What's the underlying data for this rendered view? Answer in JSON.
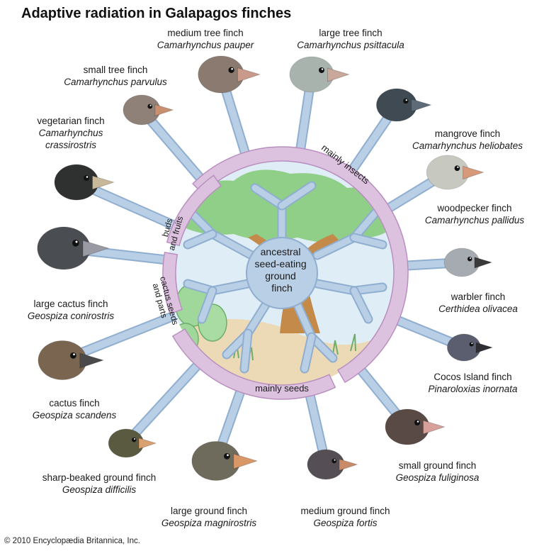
{
  "title": "Adaptive radiation in Galapagos finches",
  "center_label": [
    "ancestral",
    "seed-eating",
    "ground",
    "finch"
  ],
  "diet_groups": {
    "insects": "mainly insects",
    "seeds": "mainly seeds",
    "buds": [
      "buds",
      "and fruits"
    ],
    "cactus": [
      "cactus seeds",
      "and parts"
    ]
  },
  "finches": [
    {
      "id": "medium-tree-finch",
      "common": "medium tree finch",
      "scientific": "Camarhynchus pauper",
      "plumage": "#8a7a70",
      "beak": "#c99a8a"
    },
    {
      "id": "large-tree-finch",
      "common": "large tree finch",
      "scientific": "Camarhynchus psittacula",
      "plumage": "#a9b3ad",
      "beak": "#c9a79a"
    },
    {
      "id": "small-tree-finch",
      "common": "small tree finch",
      "scientific": "Camarhynchus parvulus",
      "plumage": "#8f8078",
      "beak": "#c8906f"
    },
    {
      "id": "mangrove-finch",
      "common": "mangrove finch",
      "scientific": "Camarhynchus heliobates",
      "plumage": "#3f4a52",
      "beak": "#5d6b78"
    },
    {
      "id": "vegetarian-finch",
      "common": "vegetarian finch",
      "scientific": "Camarhynchus crassirostris",
      "plumage": "#2f3130",
      "beak": "#c9b99a"
    },
    {
      "id": "woodpecker-finch",
      "common": "woodpecker finch",
      "scientific": "Camarhynchus pallidus",
      "plumage": "#c7c9c0",
      "beak": "#d69a7a"
    },
    {
      "id": "large-cactus-finch",
      "common": "large cactus finch",
      "scientific": "Geospiza conirostris",
      "plumage": "#4a4d52",
      "beak": "#9a9aa4"
    },
    {
      "id": "warbler-finch",
      "common": "warbler finch",
      "scientific": "Certhidea olivacea",
      "plumage": "#a5abb0",
      "beak": "#3a3a3a"
    },
    {
      "id": "cactus-finch",
      "common": "cactus finch",
      "scientific": "Geospiza scandens",
      "plumage": "#7a6650",
      "beak": "#4a4a4a"
    },
    {
      "id": "cocos-island-finch",
      "common": "Cocos Island finch",
      "scientific": "Pinaroloxias inornata",
      "plumage": "#5a5e6e",
      "beak": "#2f2f33"
    },
    {
      "id": "sharp-beaked-ground-finch",
      "common": "sharp-beaked ground finch",
      "scientific": "Geospiza difficilis",
      "plumage": "#5a5a40",
      "beak": "#d9a070"
    },
    {
      "id": "small-ground-finch",
      "common": "small ground finch",
      "scientific": "Geospiza fuliginosa",
      "plumage": "#5a4a45",
      "beak": "#d8a09a"
    },
    {
      "id": "large-ground-finch",
      "common": "large ground finch",
      "scientific": "Geospiza magnirostris",
      "plumage": "#6e6a5c",
      "beak": "#d89868"
    },
    {
      "id": "medium-ground-finch",
      "common": "medium ground finch",
      "scientific": "Geospiza fortis",
      "plumage": "#554e55",
      "beak": "#c98a6a"
    }
  ],
  "colors": {
    "branch": "#b9cfe6",
    "branch_stroke": "#8faed0",
    "band": "#ddc2e0",
    "band_stroke": "#b98fc0",
    "sky": "#dfeef6",
    "foliage": "#8fcf88",
    "sand": "#ecd9b5",
    "trunk": "#c48a4a"
  },
  "copyright": "© 2010 Encyclopædia Britannica, Inc."
}
